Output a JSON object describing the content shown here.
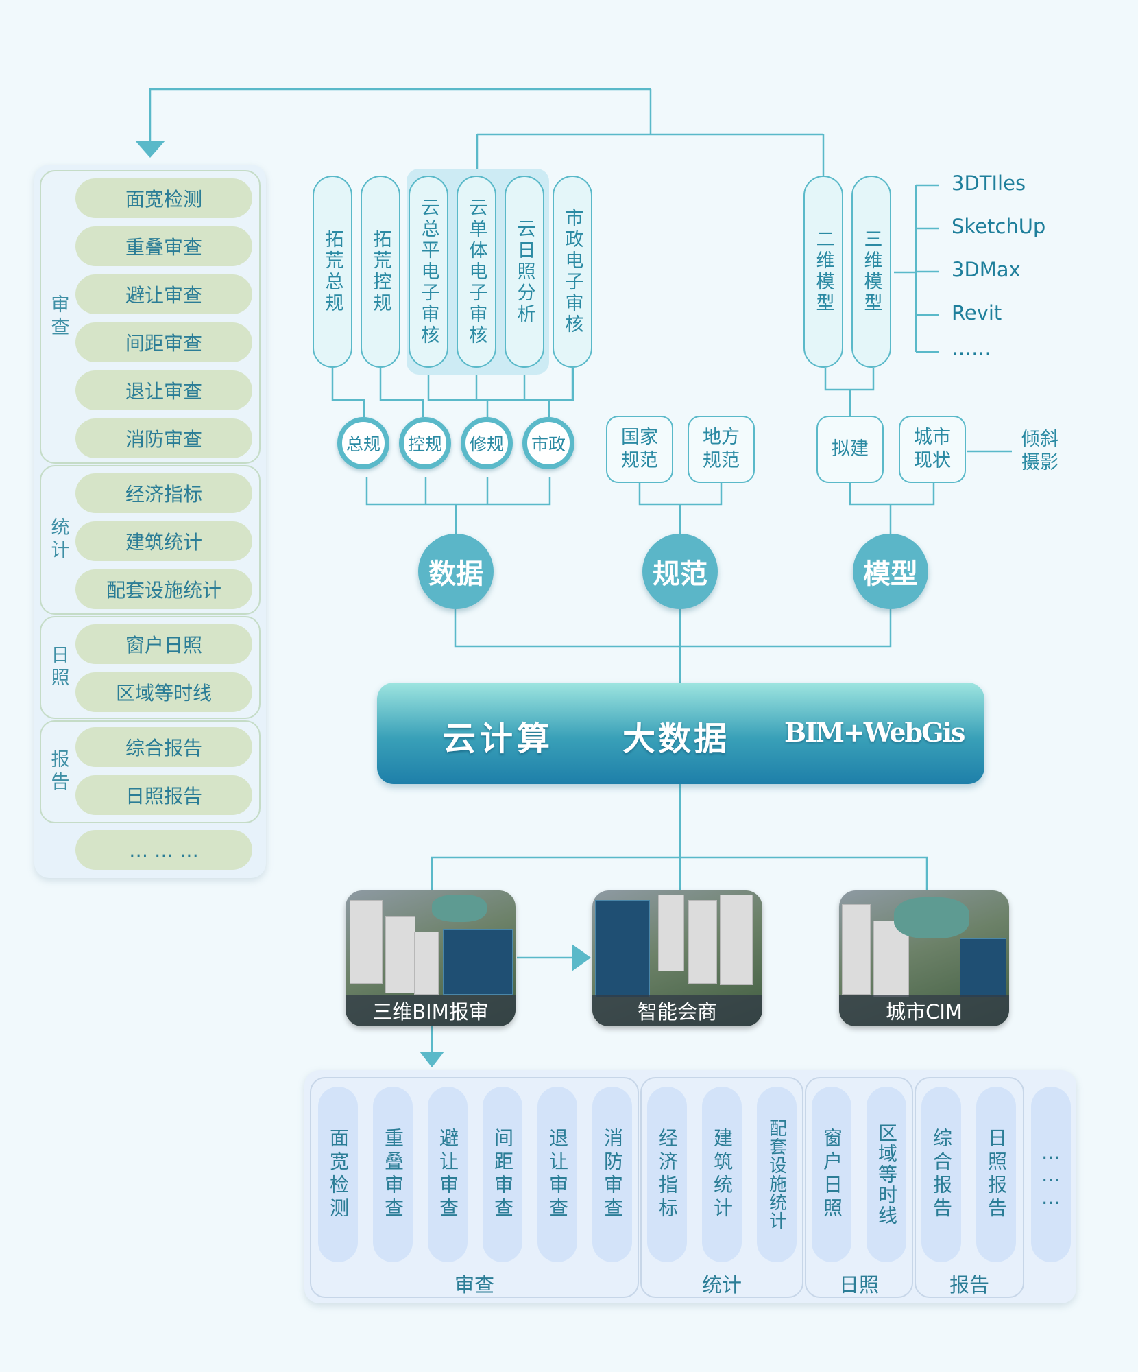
{
  "left_panel": {
    "groups": [
      {
        "label": "审查",
        "items": [
          "面宽检测",
          "重叠审查",
          "避让审查",
          "间距审查",
          "退让审查",
          "消防审查"
        ]
      },
      {
        "label": "统计",
        "items": [
          "经济指标",
          "建筑统计",
          "配套设施统计"
        ]
      },
      {
        "label": "日照",
        "items": [
          "窗户日照",
          "区域等时线"
        ]
      },
      {
        "label": "报告",
        "items": [
          "综合报告",
          "日照报告"
        ]
      }
    ],
    "more": "… … …"
  },
  "top_capsules": [
    "拓荒总规",
    "拓荒控规",
    "云总平电子审核",
    "云单体电子审核",
    "云日照分析",
    "市政电子审核",
    "二维模型",
    "三维模型"
  ],
  "small_circles": [
    "总规",
    "控规",
    "修规",
    "市政"
  ],
  "norm_boxes": [
    "国家\n规范",
    "地方\n规范"
  ],
  "model_boxes": [
    "拟建",
    "城市\n现状"
  ],
  "oblique": "倾斜\n摄影",
  "formats": [
    "3DTIles",
    "SketchUp",
    "3DMax",
    "Revit",
    "……"
  ],
  "big_circles": [
    "数据",
    "规范",
    "模型"
  ],
  "banner": {
    "t1": "云计算",
    "t2": "大数据",
    "t3": "BIM+WebGis"
  },
  "screens": [
    "三维BIM报审",
    "智能会商",
    "城市CIM"
  ],
  "bottom_panel": {
    "groups": [
      {
        "label": "审查",
        "items": [
          "面宽检测",
          "重叠审查",
          "避让审查",
          "间距审查",
          "退让审查",
          "消防审查"
        ]
      },
      {
        "label": "统计",
        "items": [
          "经济指标",
          "建筑统计",
          "配套设施统计"
        ]
      },
      {
        "label": "日照",
        "items": [
          "窗户日照",
          "区域等时线"
        ]
      },
      {
        "label": "报告",
        "items": [
          "综合报告",
          "日照报告"
        ]
      }
    ],
    "more": "………"
  },
  "colors": {
    "accent": "#5ab9c9",
    "banner_dark": "#1e7fa9",
    "pill_green": "#d6e4c8",
    "pill_blue": "#d3e3f9",
    "background": "#f1f9fc"
  }
}
